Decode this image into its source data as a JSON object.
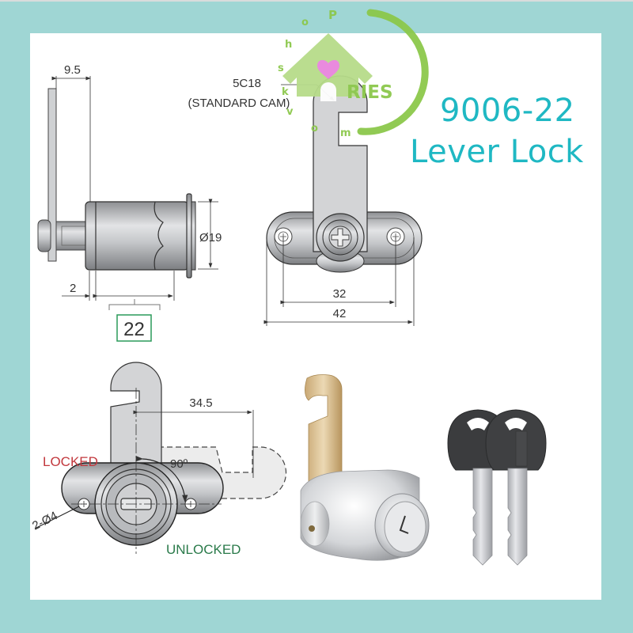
{
  "product": {
    "model": "9006-22",
    "name": "Lever Lock"
  },
  "logo": {
    "brand_text": "RIES",
    "ring_letters": [
      "v",
      "k",
      "s",
      "h",
      "o",
      "P",
      "o",
      "m"
    ],
    "colors": {
      "green": "#8cc84b",
      "house": "#b7dc8a",
      "heart": "#e884dd"
    }
  },
  "side_view": {
    "dim_plate": "9.5",
    "dim_flange": "2",
    "dim_diameter": "Ø19",
    "dim_body_length": "22"
  },
  "top_view": {
    "cam_label_line1": "5C18",
    "cam_label_line2": "(STANDARD CAM)",
    "dim_holes": "32",
    "dim_width": "42"
  },
  "rotation_view": {
    "dim_throw": "34.5",
    "angle": "90º",
    "locked_label": "LOCKED",
    "unlocked_label": "UNLOCKED",
    "hole_spec": "2-Ø4"
  },
  "colors": {
    "frame": "#9fd6d4",
    "title": "#1fb8c3",
    "locked": "#c2383d",
    "unlocked": "#2a7a4a",
    "box22": "#2a9a5a"
  }
}
